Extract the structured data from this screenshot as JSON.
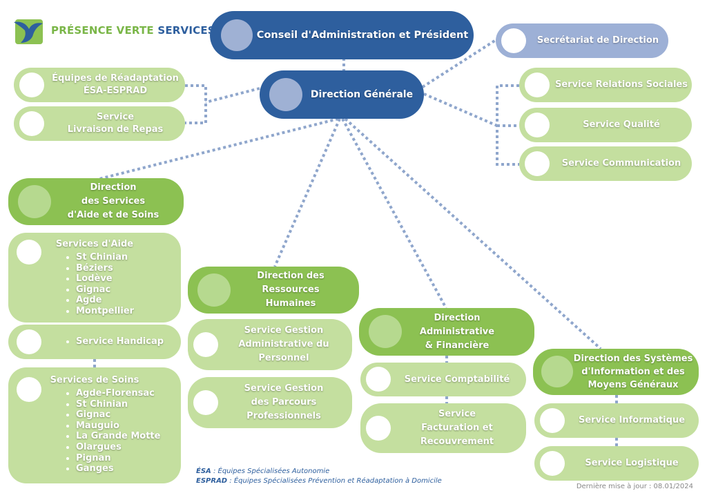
{
  "logo": {
    "word1": "PRÉSENCE VERTE",
    "word2": "SERVICES"
  },
  "top": {
    "board": "Conseil d'Administration et Président",
    "secretariat": "Secrétariat de Direction",
    "general": "Direction Générale"
  },
  "left_services": {
    "esa": "Équipes de Réadaptation\nÉSA-ESPRAD",
    "meals": "Service\nLivraison de Repas"
  },
  "right_services": {
    "social": "Service Relations Sociales",
    "quality": "Service Qualité",
    "communication": "Service Communication"
  },
  "aid": {
    "title": "Direction\ndes Services\nd'Aide et de Soins",
    "services_title": "Services d'Aide",
    "services_items": [
      "St Chinian",
      "Béziers",
      "Lodève",
      "Gignac",
      "Agde",
      "Montpellier"
    ],
    "handicap": "Service Handicap",
    "care_title": "Services de Soins",
    "care_items": [
      "Agde-Florensac",
      "St Chinian",
      "Gignac",
      "Mauguio",
      "La Grande Motte",
      "Olargues",
      "Pignan",
      "Ganges"
    ]
  },
  "hr": {
    "title": "Direction des\nRessources\nHumaines",
    "admin": "Service Gestion\nAdministrative du\nPersonnel",
    "careers": "Service Gestion\ndes Parcours\nProfessionnels"
  },
  "finance": {
    "title": "Direction\nAdministrative\n& Financière",
    "accounting": "Service Comptabilité",
    "billing": "Service\nFacturation et\nRecouvrement"
  },
  "it": {
    "title": "Direction des Systèmes\nd'Information et des\nMoyens Généraux",
    "computing": "Service Informatique",
    "logistics": "Service Logistique"
  },
  "legend": {
    "esa_abbr": "ÉSA",
    "esa_text": " : Équipes Spécialisées Autonomie",
    "esprad_abbr": "ESPRAD",
    "esprad_text": " : Équipes Spécialisées Prévention et Réadaptation à Domicile"
  },
  "update": "Dernière mise à jour : 08.01/2024",
  "colors": {
    "dark_blue": "#2e5f9e",
    "light_blue": "#9db0d6",
    "green": "#8cc152",
    "light_green": "#c4df9f"
  }
}
